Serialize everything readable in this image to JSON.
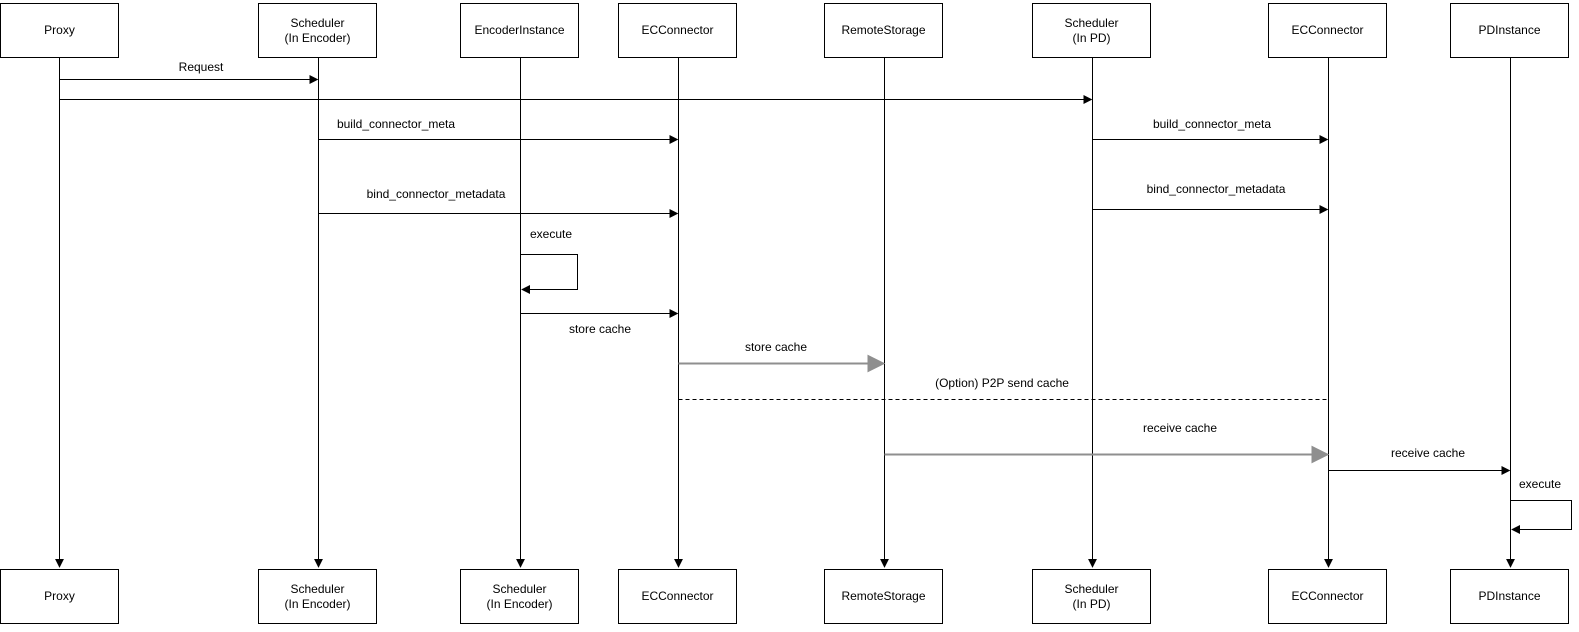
{
  "diagram_type": "sequence-diagram",
  "colors": {
    "background": "#ffffff",
    "line": "#000000",
    "gray_line": "#8f8f8f",
    "box_border": "#000000",
    "box_fill": "#ffffff",
    "text": "#000000"
  },
  "actors": [
    {
      "name": "Proxy",
      "bottom_name": "Proxy"
    },
    {
      "name": "Scheduler\n(In Encoder)",
      "bottom_name": "Scheduler\n(In Encoder)"
    },
    {
      "name": "EncoderInstance",
      "bottom_name": "Scheduler\n(In Encoder)"
    },
    {
      "name": "ECConnector",
      "bottom_name": "ECConnector"
    },
    {
      "name": "RemoteStorage",
      "bottom_name": "RemoteStorage"
    },
    {
      "name": "Scheduler\n(In PD)",
      "bottom_name": "Scheduler\n(In PD)"
    },
    {
      "name": "ECConnector",
      "bottom_name": "ECConnector"
    },
    {
      "name": "PDInstance",
      "bottom_name": "PDInstance"
    }
  ],
  "messages": [
    {
      "label": "Request",
      "from": "Proxy",
      "to": "Scheduler (In Encoder)",
      "style": "solid"
    },
    {
      "label": "",
      "from": "Proxy",
      "to": "Scheduler (In PD)",
      "style": "solid"
    },
    {
      "label": "build_connector_meta",
      "from": "Scheduler (In Encoder)",
      "to": "ECConnector",
      "style": "solid"
    },
    {
      "label": "build_connector_meta",
      "from": "Scheduler (In PD)",
      "to": "ECConnector",
      "style": "solid"
    },
    {
      "label": "bind_connector_metadata",
      "from": "Scheduler (In Encoder)",
      "to": "ECConnector",
      "style": "solid"
    },
    {
      "label": "bind_connector_metadata",
      "from": "Scheduler (In PD)",
      "to": "ECConnector",
      "style": "solid"
    },
    {
      "label": "execute",
      "from": "EncoderInstance",
      "to": "EncoderInstance",
      "style": "self"
    },
    {
      "label": "store cache",
      "from": "EncoderInstance",
      "to": "ECConnector",
      "style": "solid"
    },
    {
      "label": "store cache",
      "from": "ECConnector",
      "to": "RemoteStorage",
      "style": "solid-gray"
    },
    {
      "label": "(Option) P2P send cache",
      "from": "ECConnector",
      "to": "ECConnector (PD side)",
      "style": "dashed"
    },
    {
      "label": "receive cache",
      "from": "RemoteStorage",
      "to": "ECConnector (PD side)",
      "style": "solid-gray"
    },
    {
      "label": "receive cache",
      "from": "ECConnector (PD side)",
      "to": "PDInstance",
      "style": "solid"
    },
    {
      "label": "execute",
      "from": "PDInstance",
      "to": "PDInstance",
      "style": "self"
    }
  ]
}
